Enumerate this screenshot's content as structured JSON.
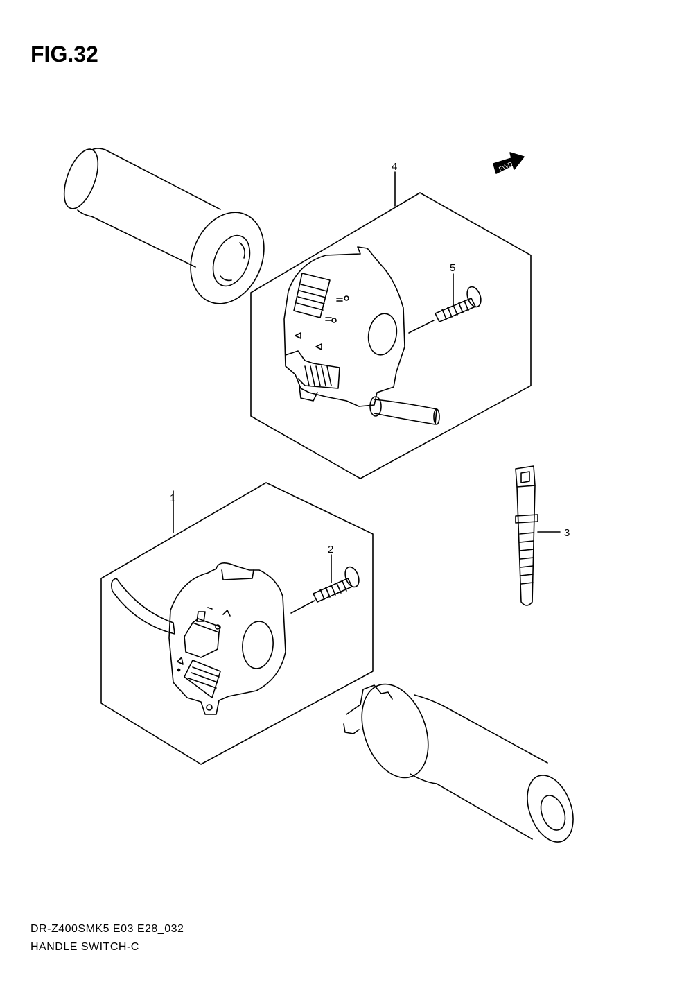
{
  "figure": {
    "title": "FIG.32",
    "code": "DR-Z400SMK5 E03 E28_032",
    "name": "HANDLE SWITCH-C"
  },
  "fwd_badge": "FWD",
  "callouts": [
    {
      "id": "1",
      "label": "1"
    },
    {
      "id": "2",
      "label": "2"
    },
    {
      "id": "3",
      "label": "3"
    },
    {
      "id": "4",
      "label": "4"
    },
    {
      "id": "5",
      "label": "5"
    }
  ],
  "parts": [
    {
      "ref": "1",
      "name": "left-handle-switch"
    },
    {
      "ref": "2",
      "name": "screw"
    },
    {
      "ref": "3",
      "name": "cable-tie"
    },
    {
      "ref": "4",
      "name": "right-handle-switch"
    },
    {
      "ref": "5",
      "name": "screw"
    }
  ]
}
